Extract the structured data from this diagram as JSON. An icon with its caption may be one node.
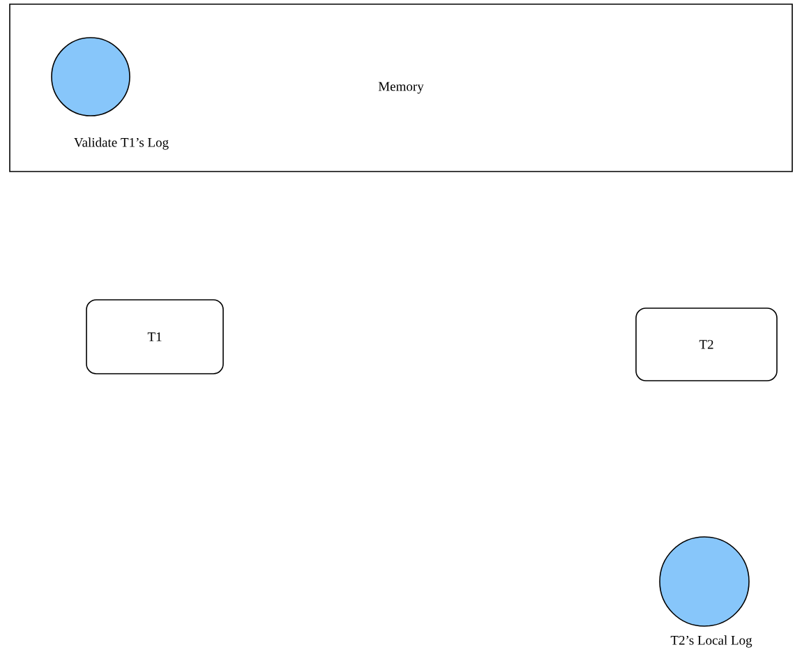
{
  "diagram": {
    "nodes": [
      {
        "text": [
          "Memory"
        ]
      },
      {
        "text": [],
        "shape": "circle",
        "in": 0,
        "beside": [
          "Validate T1’s Log"
        ]
      },
      {
        "text": [
          "T1"
        ]
      },
      {
        "text": [
          "T2"
        ]
      },
      {
        "text": [],
        "shape": "circle",
        "beside": [
          "T2’s Local Log"
        ]
      }
    ]
  }
}
